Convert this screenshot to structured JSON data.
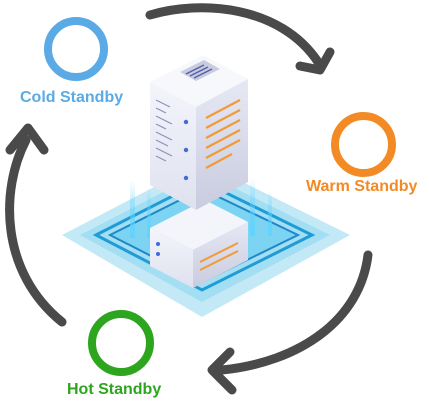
{
  "colors": {
    "cold": "#5aaae6",
    "warm": "#f28a26",
    "hot": "#2ea51f",
    "arrow": "#4a4a4a"
  },
  "modes": {
    "cold": {
      "label": "Cold Standby",
      "icon": "ring-icon"
    },
    "warm": {
      "label": "Warm Standby",
      "icon": "ring-icon"
    },
    "hot": {
      "label": "Hot Standby",
      "icon": "ring-icon"
    }
  },
  "illustration": "isometric-server-stack-icon"
}
